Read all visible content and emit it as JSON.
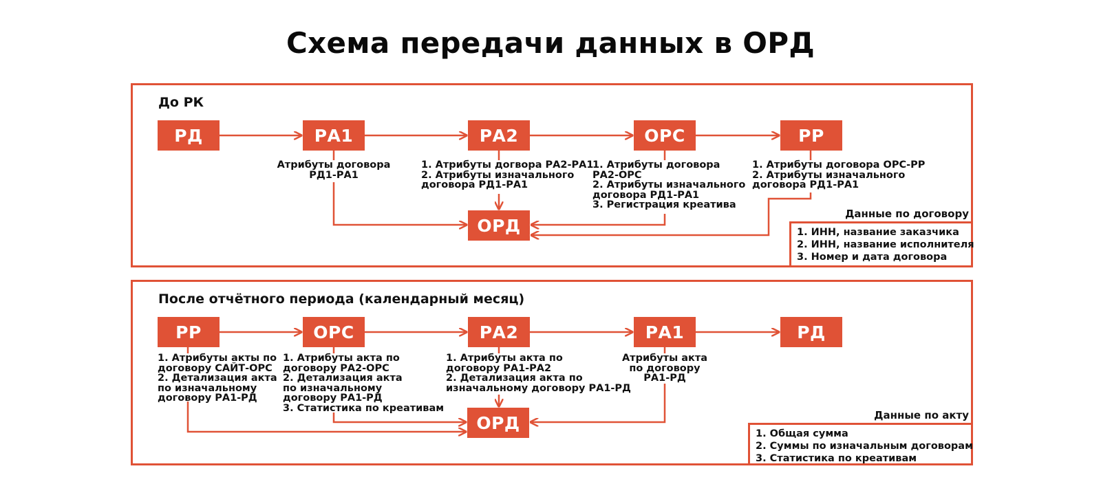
{
  "title": "Схема передачи данных в ОРД",
  "accent_color": "#E05236",
  "sections": [
    {
      "heading": "До РК",
      "nodes": [
        "РД",
        "РА1",
        "РА2",
        "ОРС",
        "РР"
      ],
      "ord_label": "ОРД",
      "labels": [
        "Атрибуты договора\nРД1-РА1",
        "1. Атрибуты догвора РА2-РА1\n2. Атрибуты изначального\nдоговора РД1-РА1",
        "1. Атрибуты договора\nРА2-ОРС\n2. Атрибуты изначального\nдоговора РД1-РА1\n3. Регистрация креатива",
        "1. Атрибуты договора ОРС-РР\n2. Атрибуты изначального\nдоговора РД1-РА1"
      ],
      "info": {
        "title": "Данные по договору",
        "items": [
          "1. ИНН, название заказчика",
          "2. ИНН, название исполнителя",
          "3. Номер и дата договора"
        ]
      }
    },
    {
      "heading": "После отчётного периода (календарный месяц)",
      "nodes": [
        "РР",
        "ОРС",
        "РА2",
        "РА1",
        "РД"
      ],
      "ord_label": "ОРД",
      "labels": [
        "1. Атрибуты акты по\nдоговору САЙТ-ОРС\n2. Детализация акта\nпо изначальному\nдоговору РА1-РД",
        "1. Атрибуты акта по\nдоговору РА2-ОРС\n2. Детализация акта\nпо изначальному\nдоговору РА1-РД\n3. Статистика по креативам",
        "1. Атрибуты акта по\nдоговору РА1-РА2\n2. Детализация акта по\nизначальному договору РА1-РД",
        "Атрибуты акта\nпо договору\nРА1-РД"
      ],
      "info": {
        "title": "Данные по акту",
        "items": [
          "1. Общая сумма",
          "2. Суммы по изначальным договорам",
          "3. Статистика по креативам"
        ]
      }
    }
  ]
}
